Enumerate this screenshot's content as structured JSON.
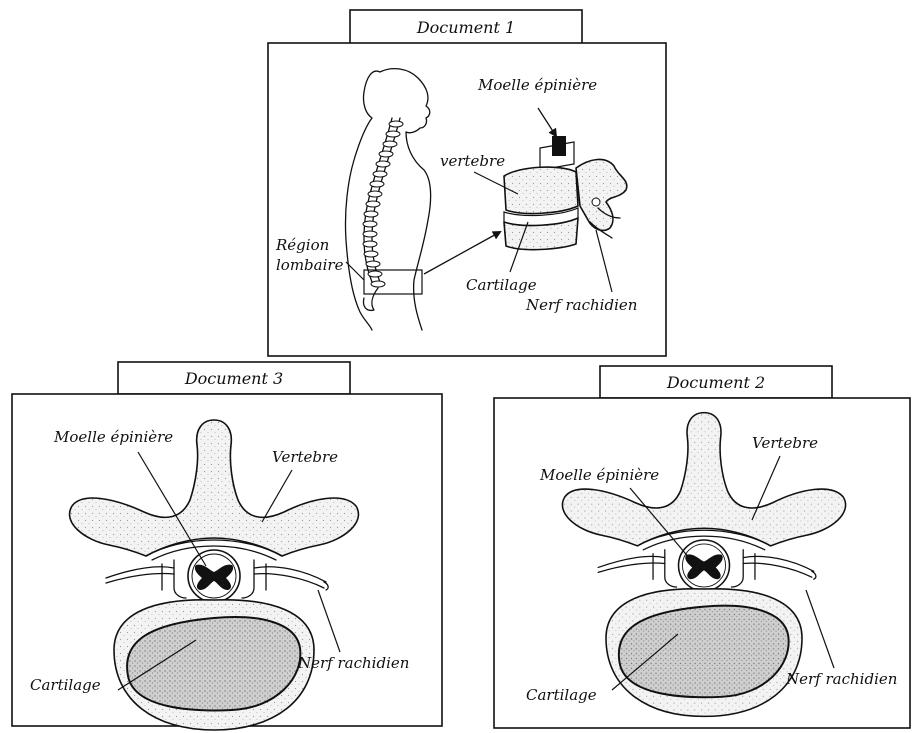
{
  "documents": {
    "doc1": {
      "title": "Document 1",
      "labels": {
        "moelle": "Moelle épinière",
        "vertebre": "vertebre",
        "region_line1": "Région",
        "region_line2": "lombaire",
        "cartilage": "Cartilage",
        "nerf": "Nerf rachidien"
      }
    },
    "doc2": {
      "title": "Document 2",
      "labels": {
        "moelle": "Moelle épinière",
        "vertebre": "Vertebre",
        "cartilage": "Cartilage",
        "nerf": "Nerf rachidien"
      }
    },
    "doc3": {
      "title": "Document 3",
      "labels": {
        "moelle": "Moelle épinière",
        "vertebre": "Vertebre",
        "cartilage": "Cartilage",
        "nerf": "Nerf rachidien"
      }
    }
  },
  "colors": {
    "ink": "#111111",
    "background": "#ffffff",
    "stipple": "#bdbdbd"
  }
}
